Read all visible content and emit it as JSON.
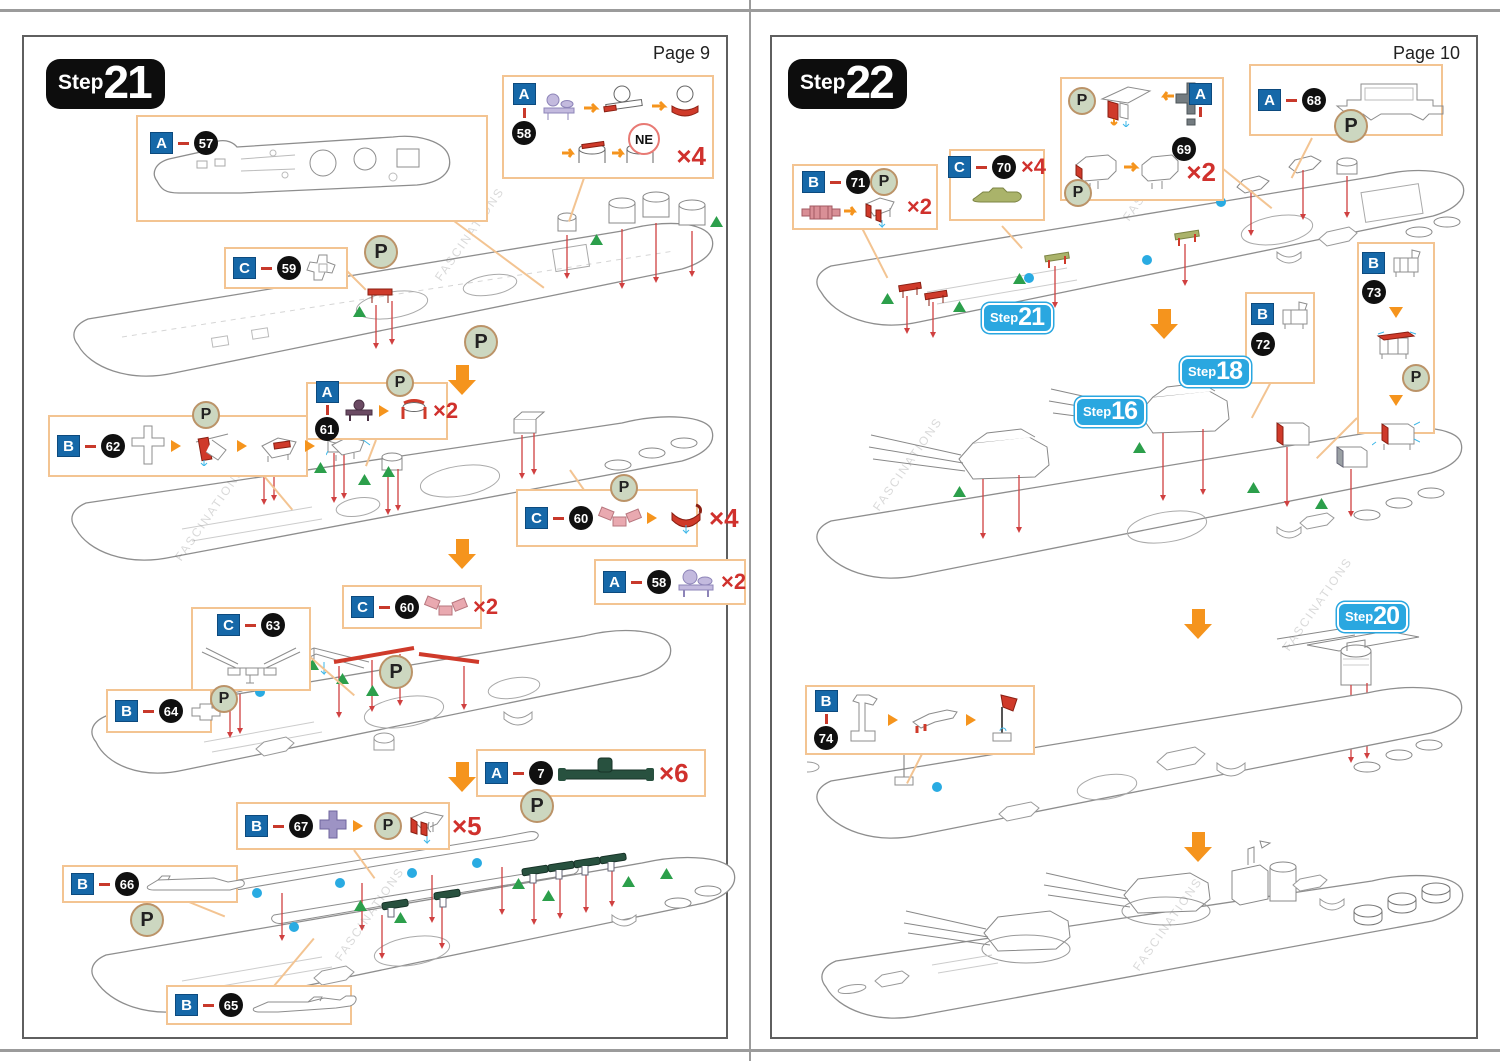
{
  "document": {
    "watermark": "FASCINATIONS",
    "symbols": {
      "p": "P",
      "ne": "NE"
    },
    "colors": {
      "callout_border": "#f3c492",
      "letter_badge_blue": "#1668a8",
      "number_badge_black": "#111111",
      "step_badge_black": "#0d0d0d",
      "step_ref_blue": "#2aa7e0",
      "multiplier_red": "#d0312d",
      "arrow_orange": "#f5941d",
      "triangle_green": "#2c9f4b",
      "dot_blue": "#29abe2",
      "pin_red": "#d04040",
      "p_circle_fill": "#ccd7c0",
      "p_circle_border": "#bb9368",
      "part_lavender": "#c3bade",
      "part_pink": "#e9a9b0",
      "part_red": "#cf3a2a",
      "part_olive": "#aab36a",
      "part_dark_green": "#28513f",
      "part_purple": "#9d93c4",
      "part_dark_purple": "#6b4a63",
      "part_gray": "#737b80"
    },
    "left": {
      "page_label": "Page 9",
      "step": {
        "prefix": "Step",
        "number": "21"
      },
      "callouts": {
        "a57": {
          "letter": "A",
          "number": "57"
        },
        "a58_top": {
          "letter": "A",
          "number": "58",
          "multiplier": "×4"
        },
        "c59": {
          "letter": "C",
          "number": "59"
        },
        "b62": {
          "letter": "B",
          "number": "62"
        },
        "a61": {
          "letter": "A",
          "number": "61",
          "multiplier": "×2"
        },
        "c60_x4": {
          "letter": "C",
          "number": "60",
          "multiplier": "×4"
        },
        "a58_mid": {
          "letter": "A",
          "number": "58",
          "multiplier": "×2"
        },
        "c60_x2": {
          "letter": "C",
          "number": "60",
          "multiplier": "×2"
        },
        "c63": {
          "letter": "C",
          "number": "63"
        },
        "b64": {
          "letter": "B",
          "number": "64"
        },
        "a7": {
          "letter": "A",
          "number": "7",
          "multiplier": "×6"
        },
        "b67": {
          "letter": "B",
          "number": "67",
          "multiplier": "×5"
        },
        "b66": {
          "letter": "B",
          "number": "66"
        },
        "b65": {
          "letter": "B",
          "number": "65"
        }
      }
    },
    "right": {
      "page_label": "Page 10",
      "step": {
        "prefix": "Step",
        "number": "22"
      },
      "callouts": {
        "a69": {
          "letter": "A",
          "number": "69",
          "multiplier": "×2"
        },
        "a68": {
          "letter": "A",
          "number": "68"
        },
        "c70": {
          "letter": "C",
          "number": "70",
          "multiplier": "×4"
        },
        "b71": {
          "letter": "B",
          "number": "71",
          "multiplier": "×2"
        },
        "b72": {
          "letter": "B",
          "number": "72"
        },
        "b73": {
          "letter": "B",
          "number": "73"
        },
        "b74": {
          "letter": "B",
          "number": "74"
        }
      },
      "step_refs": {
        "s21": {
          "prefix": "Step",
          "number": "21"
        },
        "s18": {
          "prefix": "Step",
          "number": "18"
        },
        "s16": {
          "prefix": "Step",
          "number": "16"
        },
        "s20": {
          "prefix": "Step",
          "number": "20"
        }
      }
    }
  }
}
